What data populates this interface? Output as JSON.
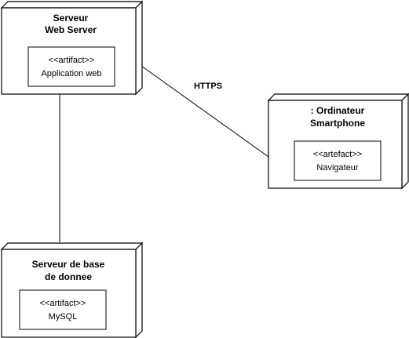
{
  "nodes": {
    "web_server": {
      "title_line1": "Serveur",
      "title_line2": "Web Server",
      "artifact": {
        "stereotype": "<<artifact>>",
        "name": "Application web"
      }
    },
    "client": {
      "title_line1": ": Ordinateur",
      "title_line2": "Smartphone",
      "artifact": {
        "stereotype": "<<artefact>>",
        "name": "Navigateur"
      }
    },
    "db_server": {
      "title_line1": "Serveur de base",
      "title_line2": "de donnee",
      "artifact": {
        "stereotype": "<<artifact>>",
        "name": "MySQL"
      }
    }
  },
  "connections": {
    "web_client": {
      "label": "HTTPS"
    },
    "web_db": {
      "label": ""
    }
  }
}
